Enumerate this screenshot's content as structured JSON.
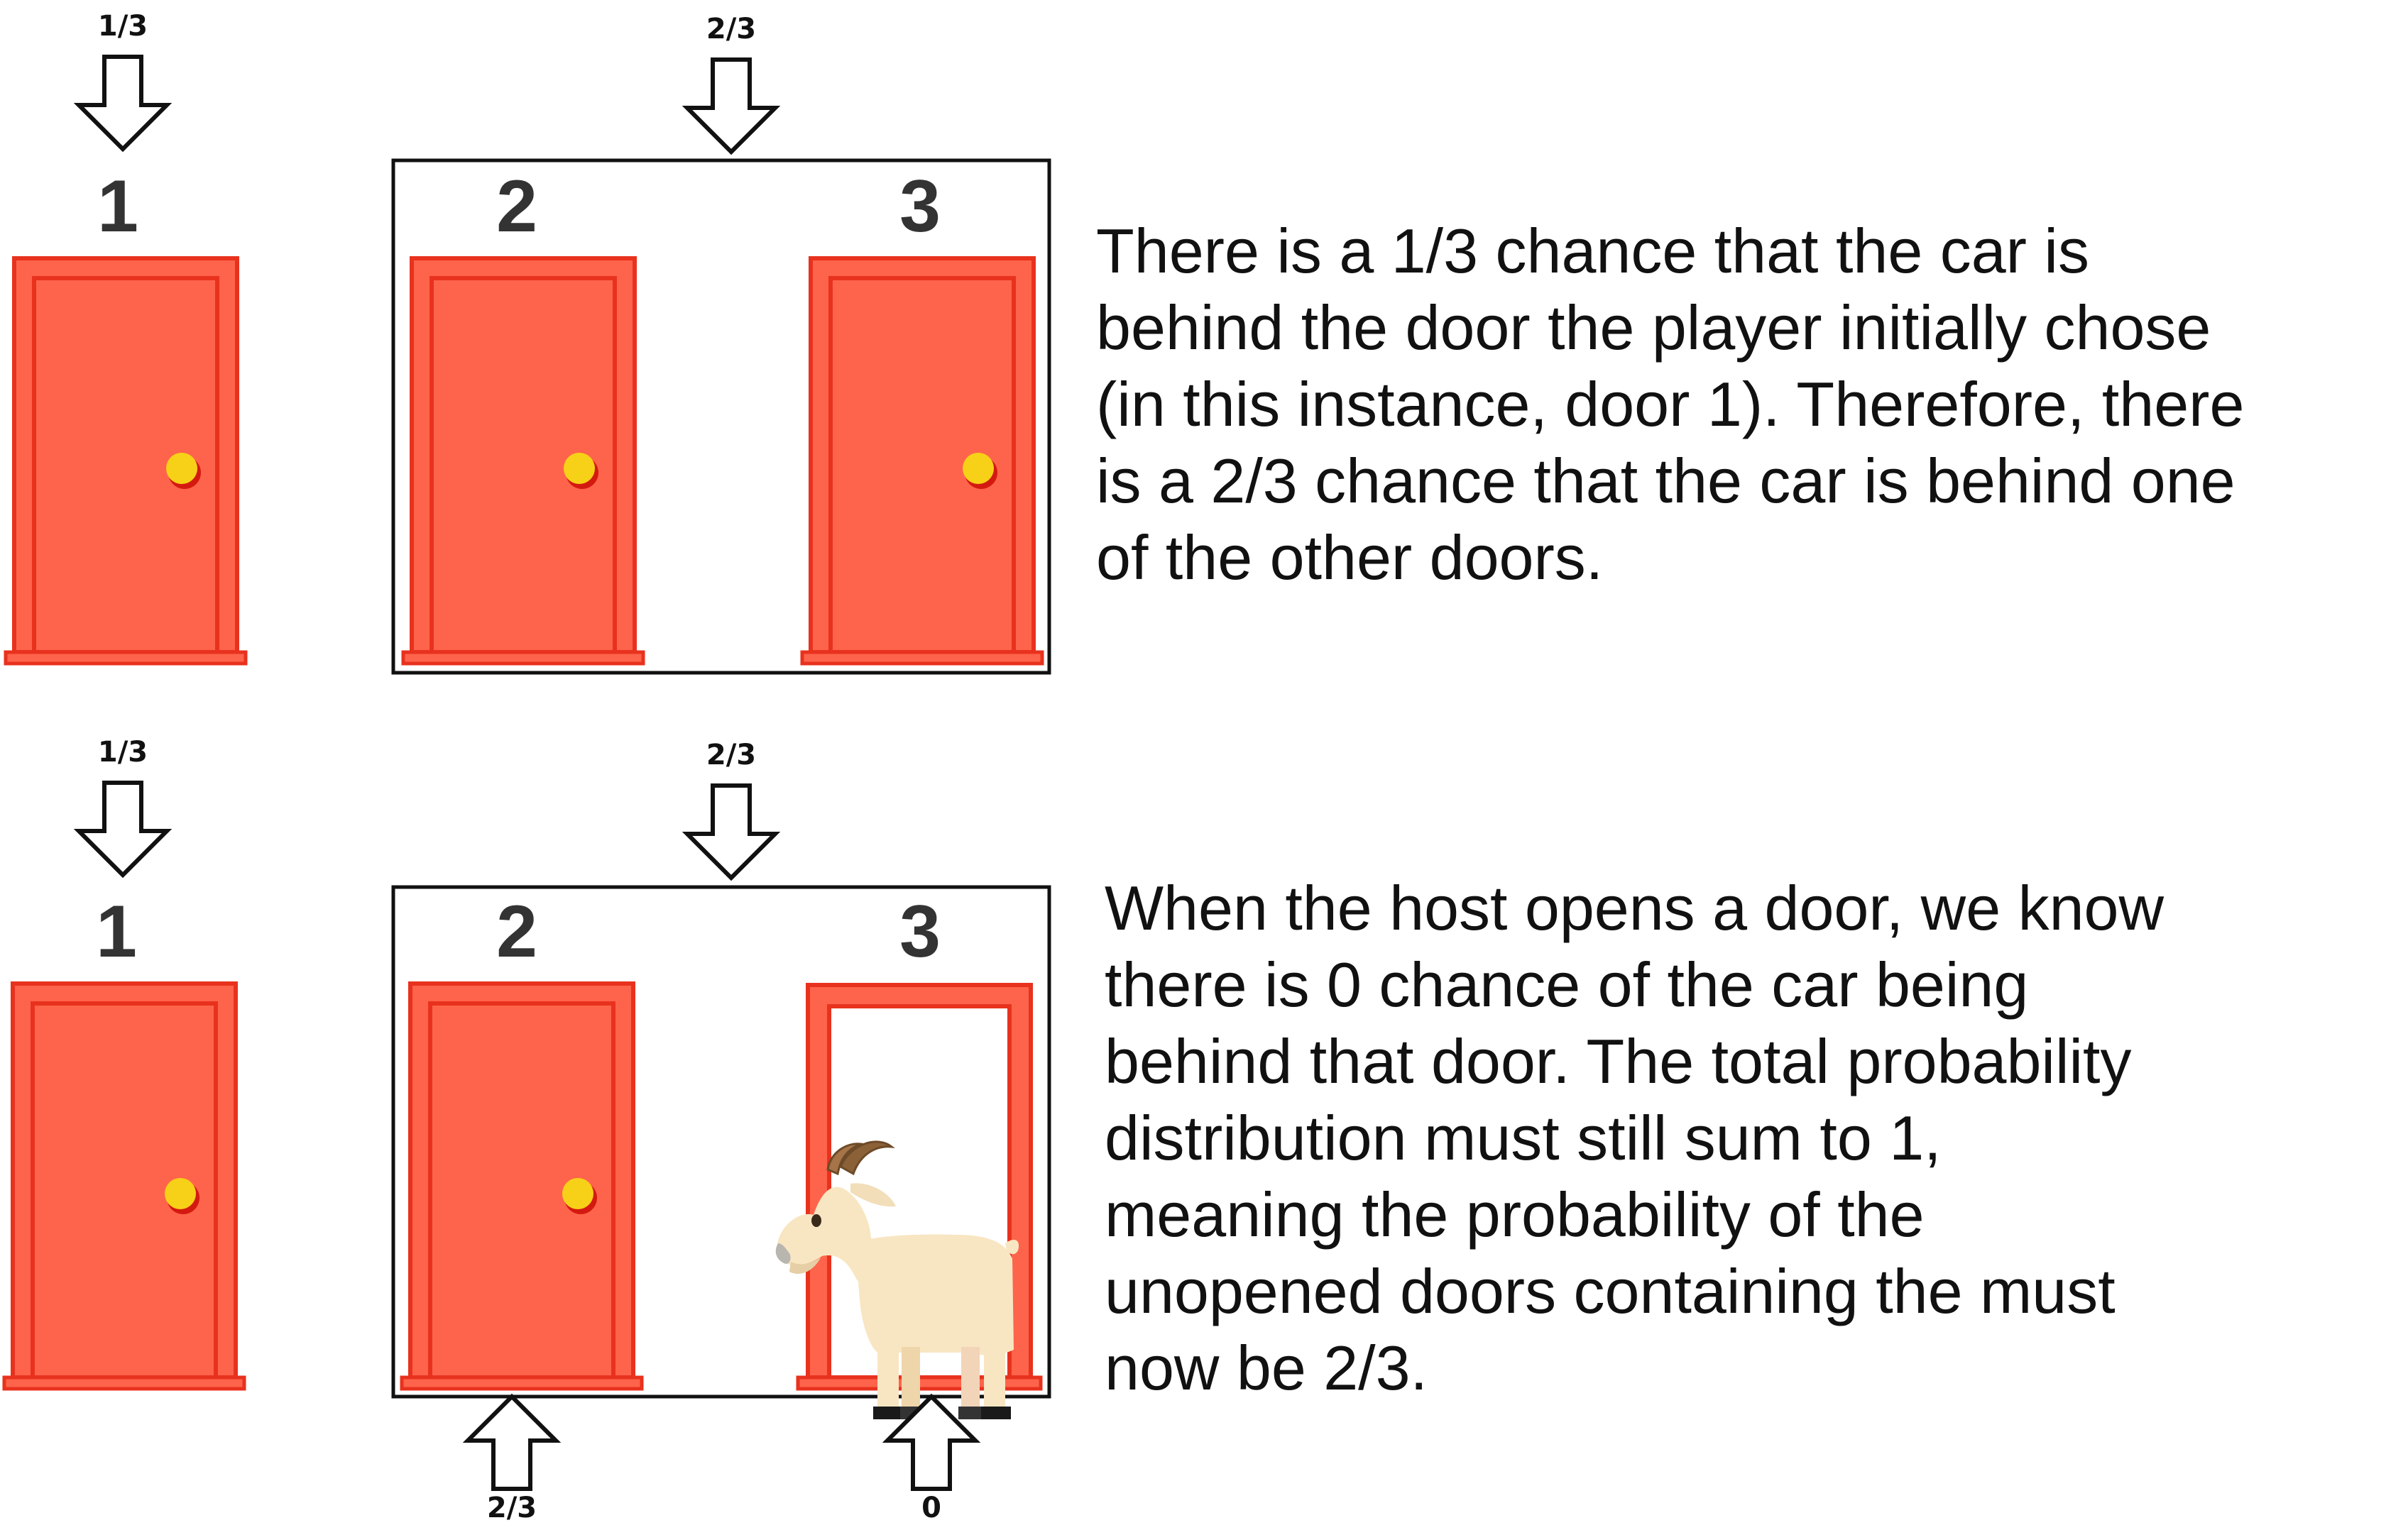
{
  "colors": {
    "door_outer": "#e8321e",
    "door_fill": "#fe644b",
    "knob": "#f7d117",
    "knob_shadow": "#d41a10",
    "arrow_stroke": "#111111",
    "box_stroke": "#111111",
    "text": "#111111"
  },
  "top_row": {
    "arrow_door1_prob": "1/3",
    "arrow_group_prob": "2/3",
    "door_numbers": [
      "1",
      "2",
      "3"
    ],
    "paragraph_lines": [
      "There is a 1/3 chance that the car is",
      "behind the door the player initially chose",
      "(in this instance, door 1). Therefore, there",
      "is a 2/3 chance that the car is behind one",
      "of the other doors."
    ]
  },
  "bottom_row": {
    "arrow_door1_prob": "1/3",
    "arrow_group_prob": "2/3",
    "door_numbers": [
      "1",
      "2",
      "3"
    ],
    "arrow_door2_prob": "2/3",
    "arrow_door3_prob": "0",
    "open_door_contents": "goat",
    "paragraph_lines": [
      "When the host opens a door, we know",
      "there is 0 chance of the car being",
      "behind that door. The total probability",
      "distribution must still sum to 1,",
      "meaning the probability of the",
      "unopened doors containing the must",
      "now be 2/3."
    ]
  }
}
